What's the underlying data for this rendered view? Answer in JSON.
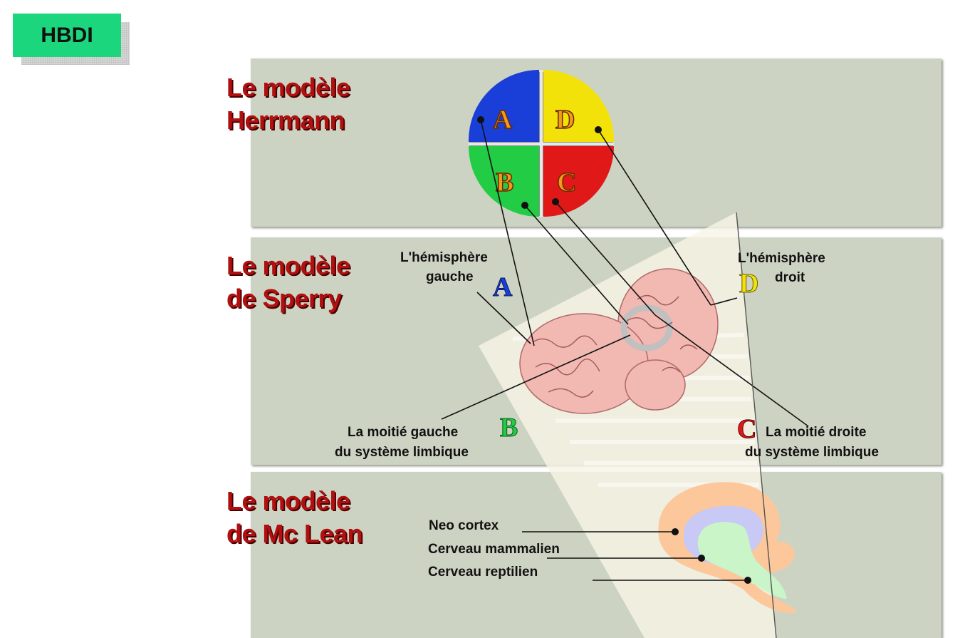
{
  "badge": {
    "label": "HBDI"
  },
  "models": [
    {
      "line1": "Le modèle",
      "line2": "Herrmann"
    },
    {
      "line1": "Le modèle",
      "line2": "de Sperry"
    },
    {
      "line1": "Le modèle",
      "line2": "de Mc Lean"
    }
  ],
  "quadrants": [
    {
      "letter": "A",
      "color": "#1a3ed8"
    },
    {
      "letter": "D",
      "color": "#f2e20a"
    },
    {
      "letter": "B",
      "color": "#22cc44"
    },
    {
      "letter": "C",
      "color": "#e01818"
    }
  ],
  "sperry": {
    "left_hemi_1": "L'hémisphère",
    "left_hemi_2": "gauche",
    "left_letter": "A",
    "right_hemi_1": "L'hémisphère",
    "right_hemi_2": "droit",
    "right_letter": "D",
    "left_limbic_1": "La moitié gauche",
    "left_limbic_2": "du système limbique",
    "left_limbic_letter": "B",
    "right_limbic_1": "La moitié droite",
    "right_limbic_2": "du système limbique",
    "right_limbic_letter": "C"
  },
  "mclean": {
    "neo": "Neo cortex",
    "mammal": "Cerveau mammalien",
    "reptile": "Cerveau reptilien"
  },
  "colors": {
    "band": "#cdd3c3",
    "title": "#b01010",
    "badge": "#1bd67c",
    "brain": "#f2b8b2",
    "neo_cortex": "#fcc79a",
    "mammal": "#c9c9f5",
    "reptile": "#c9f5c9"
  }
}
